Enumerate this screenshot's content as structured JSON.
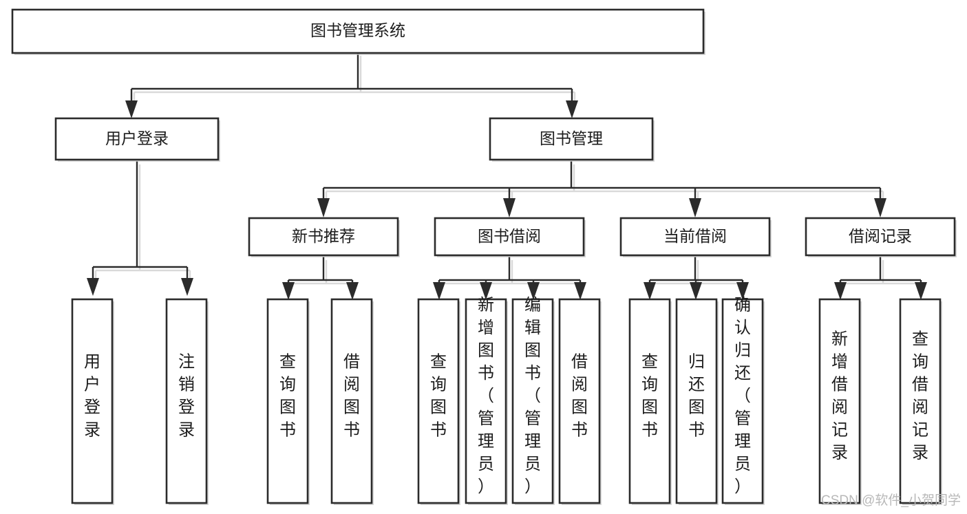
{
  "diagram": {
    "type": "tree-hierarchy-chart",
    "title": "图书管理系统",
    "orientation": "top-down",
    "colors": {
      "box_fill": "#ffffff",
      "box_stroke": "#2b2b2b",
      "connector": "#2b2b2b",
      "shadow": "#c9c9c9",
      "text": "#1c1c1c",
      "watermark": "#b8b8b8"
    },
    "root": {
      "label": "图书管理系统"
    },
    "level1": [
      {
        "label": "用户登录"
      },
      {
        "label": "图书管理"
      }
    ],
    "level2": [
      {
        "label": "新书推荐"
      },
      {
        "label": "图书借阅"
      },
      {
        "label": "当前借阅"
      },
      {
        "label": "借阅记录"
      }
    ],
    "leaves": {
      "user_login": [
        {
          "label": "用户登录"
        },
        {
          "label": "注销登录"
        }
      ],
      "new_book_recommend": [
        {
          "label": "查询图书"
        },
        {
          "label": "借阅图书"
        }
      ],
      "book_borrow": [
        {
          "label": "查询图书"
        },
        {
          "label": "新增图书（管理员）"
        },
        {
          "label": "编辑图书（管理员）"
        },
        {
          "label": "借阅图书"
        }
      ],
      "current_borrow": [
        {
          "label": "查询图书"
        },
        {
          "label": "归还图书"
        },
        {
          "label": "确认归还（管理员）"
        }
      ],
      "borrow_record": [
        {
          "label": "新增借阅记录"
        },
        {
          "label": "查询借阅记录"
        }
      ]
    }
  },
  "watermark": {
    "label": "CSDN @软件_小贺同学"
  }
}
